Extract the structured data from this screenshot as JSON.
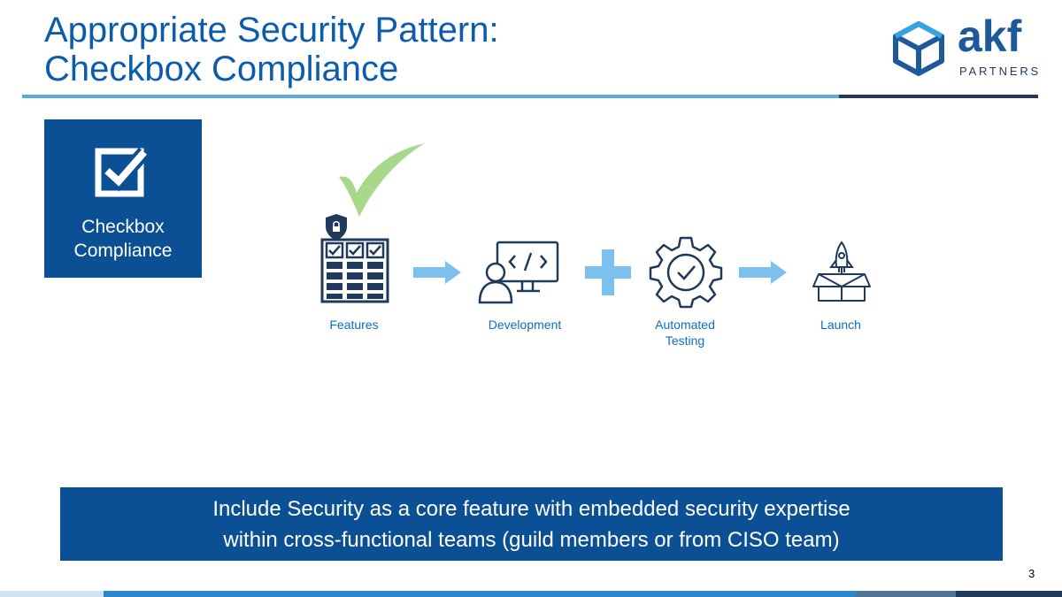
{
  "title": {
    "line1": "Appropriate Security Pattern:",
    "line2": "Checkbox Compliance"
  },
  "logo": {
    "name": "akf",
    "sub": "PARTNERS"
  },
  "badge": {
    "label_line1": "Checkbox",
    "label_line2": "Compliance",
    "icon": "checkbox-icon"
  },
  "steps": [
    {
      "label": "Features",
      "icon": "features-grid-icon"
    },
    {
      "label": "Development",
      "icon": "developer-code-icon"
    },
    {
      "label_line1": "Automated",
      "label_line2": "Testing",
      "icon": "gear-check-icon"
    },
    {
      "label": "Launch",
      "icon": "rocket-box-icon"
    }
  ],
  "banner": {
    "line1": "Include Security as a core feature with embedded security expertise",
    "line2": "within cross-functional teams (guild members or from CISO team)"
  },
  "page_number": "3",
  "colors": {
    "primary_blue": "#0b4f95",
    "title_blue": "#0b5cad",
    "accent_light_blue": "#5aa9e0",
    "check_green": "#a8d88a",
    "dark_navy": "#1f3a5a"
  }
}
